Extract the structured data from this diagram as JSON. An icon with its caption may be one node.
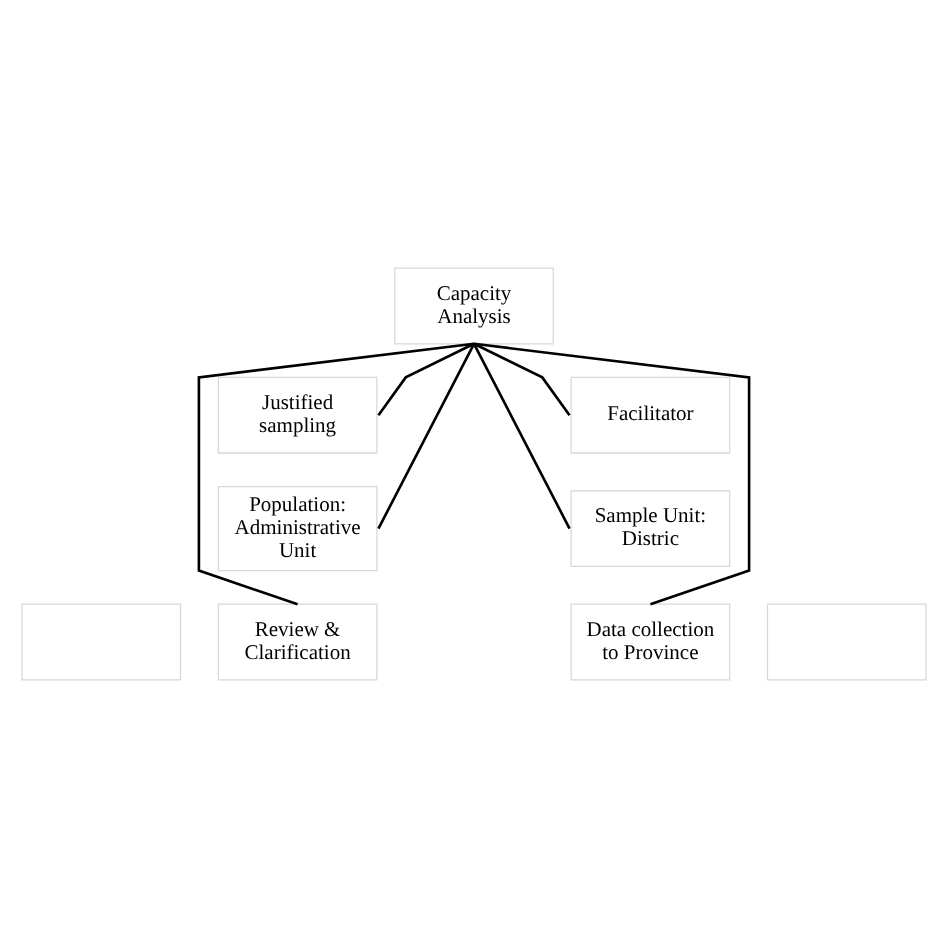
{
  "diagram": {
    "nodes": [
      {
        "text": [
          "Capacity Analysis"
        ]
      },
      {
        "text": [
          "Justified sampling"
        ]
      },
      {
        "text": [
          "Facilitator"
        ]
      },
      {
        "text": [
          "Population: Administrative Unit"
        ]
      },
      {
        "text": [
          "Sample Unit: Distric"
        ]
      },
      {
        "text": [],
        "shape": "box"
      },
      {
        "text": [
          "Review & Clarification"
        ]
      },
      {
        "text": [
          "Data collection to Province"
        ]
      },
      {
        "text": [],
        "shape": "box"
      }
    ],
    "edges": [
      {
        "from": 0,
        "to": 1,
        "arrow": "none"
      },
      {
        "from": 0,
        "to": 2,
        "arrow": "none"
      },
      {
        "from": 0,
        "to": 3,
        "arrow": "none"
      },
      {
        "from": 0,
        "to": 4,
        "arrow": "none"
      },
      {
        "from": 0,
        "to": 6,
        "arrow": "none"
      },
      {
        "from": 0,
        "to": 7,
        "arrow": "none"
      }
    ]
  }
}
